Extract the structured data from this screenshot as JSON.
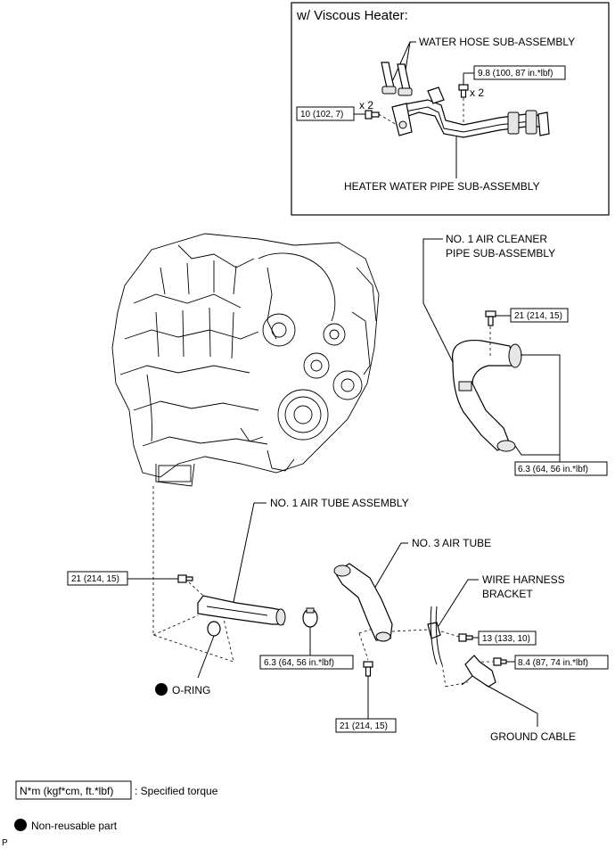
{
  "inset": {
    "title": "w/ Viscous Heater:",
    "water_hose_label": "WATER HOSE SUB-ASSEMBLY",
    "heater_pipe_label": "HEATER WATER PIPE SUB-ASSEMBLY",
    "torque_bolt_right": "9.8 (100, 87 in.*lbf)",
    "torque_bolt_left": "10 (102, 7)",
    "qty_right": "x 2",
    "qty_left": "x 2"
  },
  "labels": {
    "air_cleaner_pipe_line1": "NO. 1 AIR CLEANER",
    "air_cleaner_pipe_line2": "PIPE SUB-ASSEMBLY",
    "air_tube_assembly": "NO. 1 AIR TUBE ASSEMBLY",
    "air_tube_3": "NO. 3 AIR TUBE",
    "wire_harness_line1": "WIRE HARNESS",
    "wire_harness_line2": "BRACKET",
    "o_ring": "O-RING",
    "ground_cable": "GROUND CABLE"
  },
  "torques": {
    "acp_bolt": "21 (214, 15)",
    "acp_clamps": "6.3 (64, 56 in.*lbf)",
    "tube1_bolt": "21 (214, 15)",
    "tube1_clamp": "6.3 (64, 56 in.*lbf)",
    "tube3_bolt": "21 (214, 15)",
    "bracket_bolt": "13 (133, 10)",
    "ground_bolt": "8.4 (87, 74 in.*lbf)"
  },
  "legend": {
    "torque_box": "N*m (kgf*cm, ft.*lbf)",
    "torque_desc": ": Specified torque",
    "nonreusable": "Non-reusable part"
  },
  "corner_mark": "P"
}
